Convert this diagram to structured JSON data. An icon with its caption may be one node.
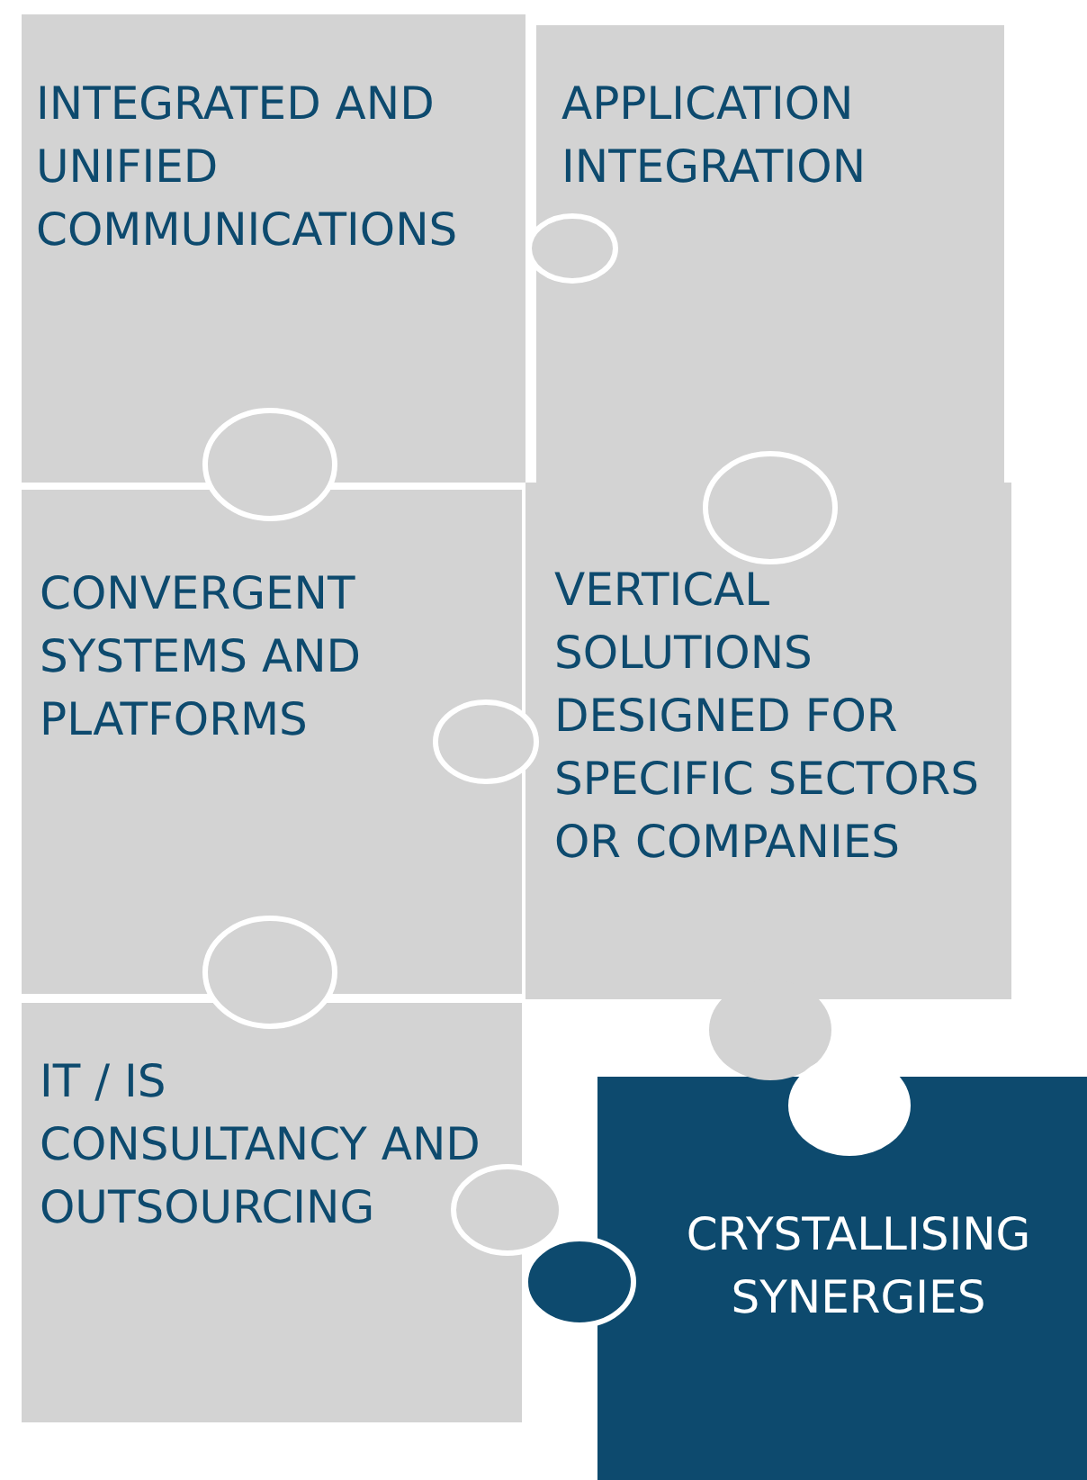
{
  "diagram": {
    "nodes": [
      {
        "text": [
          "INTEGRATED AND UNIFIED COMMUNICATIONS"
        ]
      },
      {
        "text": [
          "APPLICATION INTEGRATION"
        ]
      },
      {
        "text": [
          "CONVERGENT SYSTEMS AND PLATFORMS"
        ]
      },
      {
        "text": [
          "VERTICAL SOLUTIONS DESIGNED FOR SPECIFIC SECTORS OR COMPANIES"
        ]
      },
      {
        "text": [
          "IT / IS CONSULTANCY AND OUTSOURCING"
        ]
      },
      {
        "text": [
          "CRYSTALLISING SYNERGIES"
        ]
      }
    ]
  }
}
